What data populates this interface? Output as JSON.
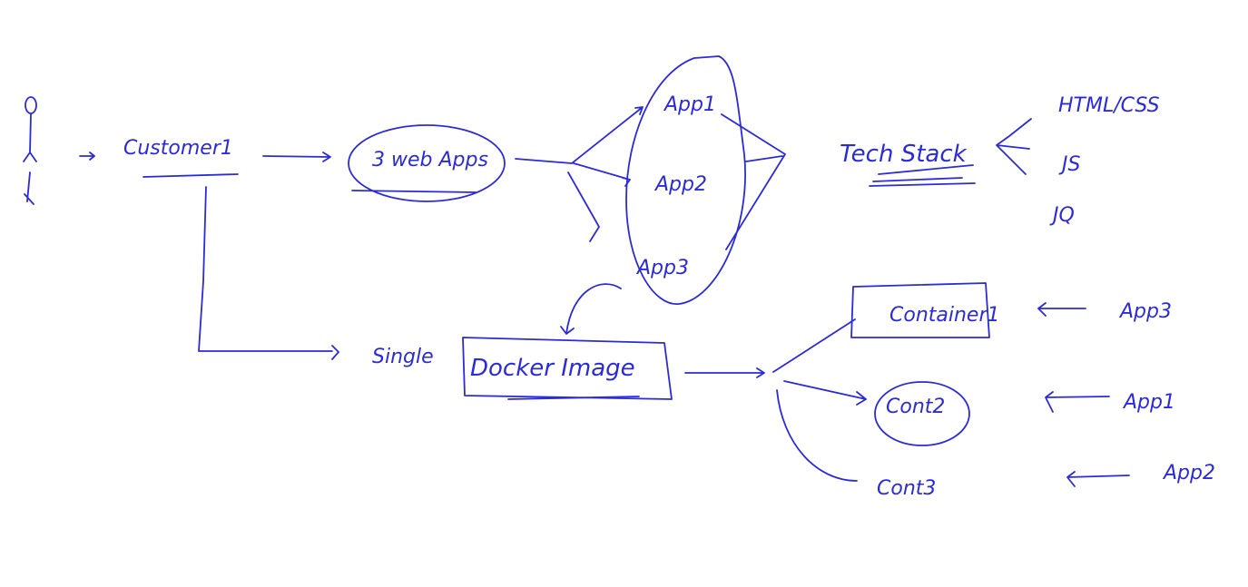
{
  "diagram": {
    "ink_color": "#2b2bd9",
    "background": "#ffffff",
    "labels": {
      "customer": "Customer1",
      "web_apps": "3 web Apps",
      "app1": "App1",
      "app2": "App2",
      "app3": "App3",
      "tech_stack": "Tech Stack",
      "html_css": "HTML/CSS",
      "js": "JS",
      "jq": "JQ",
      "single": "Single",
      "docker_image": "Docker Image",
      "container1": "Container1",
      "cont2": "Cont2",
      "cont3": "Cont3",
      "map_app3": "App3",
      "map_app1": "App1",
      "map_app2": "App2"
    }
  }
}
